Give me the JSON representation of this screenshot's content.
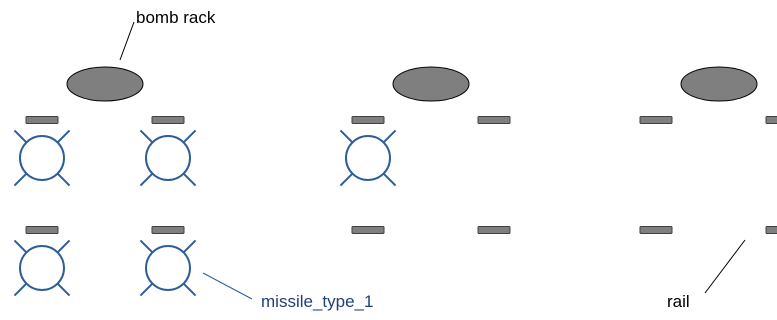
{
  "labels": {
    "bomb_rack": "bomb rack",
    "missile": "missile_type_1",
    "rail": "rail"
  },
  "colors": {
    "background": "#ffffff",
    "rack_fill": "#7f7f7f",
    "rack_stroke": "#000000",
    "rail_fill": "#7f7f7f",
    "rail_stroke": "#404040",
    "missile_stroke": "#2e5d9a",
    "label_text": "#000000",
    "missile_label_text": "#1f3f78",
    "leader_line": "#2e5d9a"
  },
  "diagram": {
    "groups": [
      {
        "id": "group-1",
        "slots": [
          true,
          true,
          true,
          true
        ]
      },
      {
        "id": "group-2",
        "slots": [
          true,
          false,
          false,
          false
        ]
      },
      {
        "id": "group-3",
        "slots": [
          false,
          false,
          false,
          false
        ]
      }
    ]
  }
}
